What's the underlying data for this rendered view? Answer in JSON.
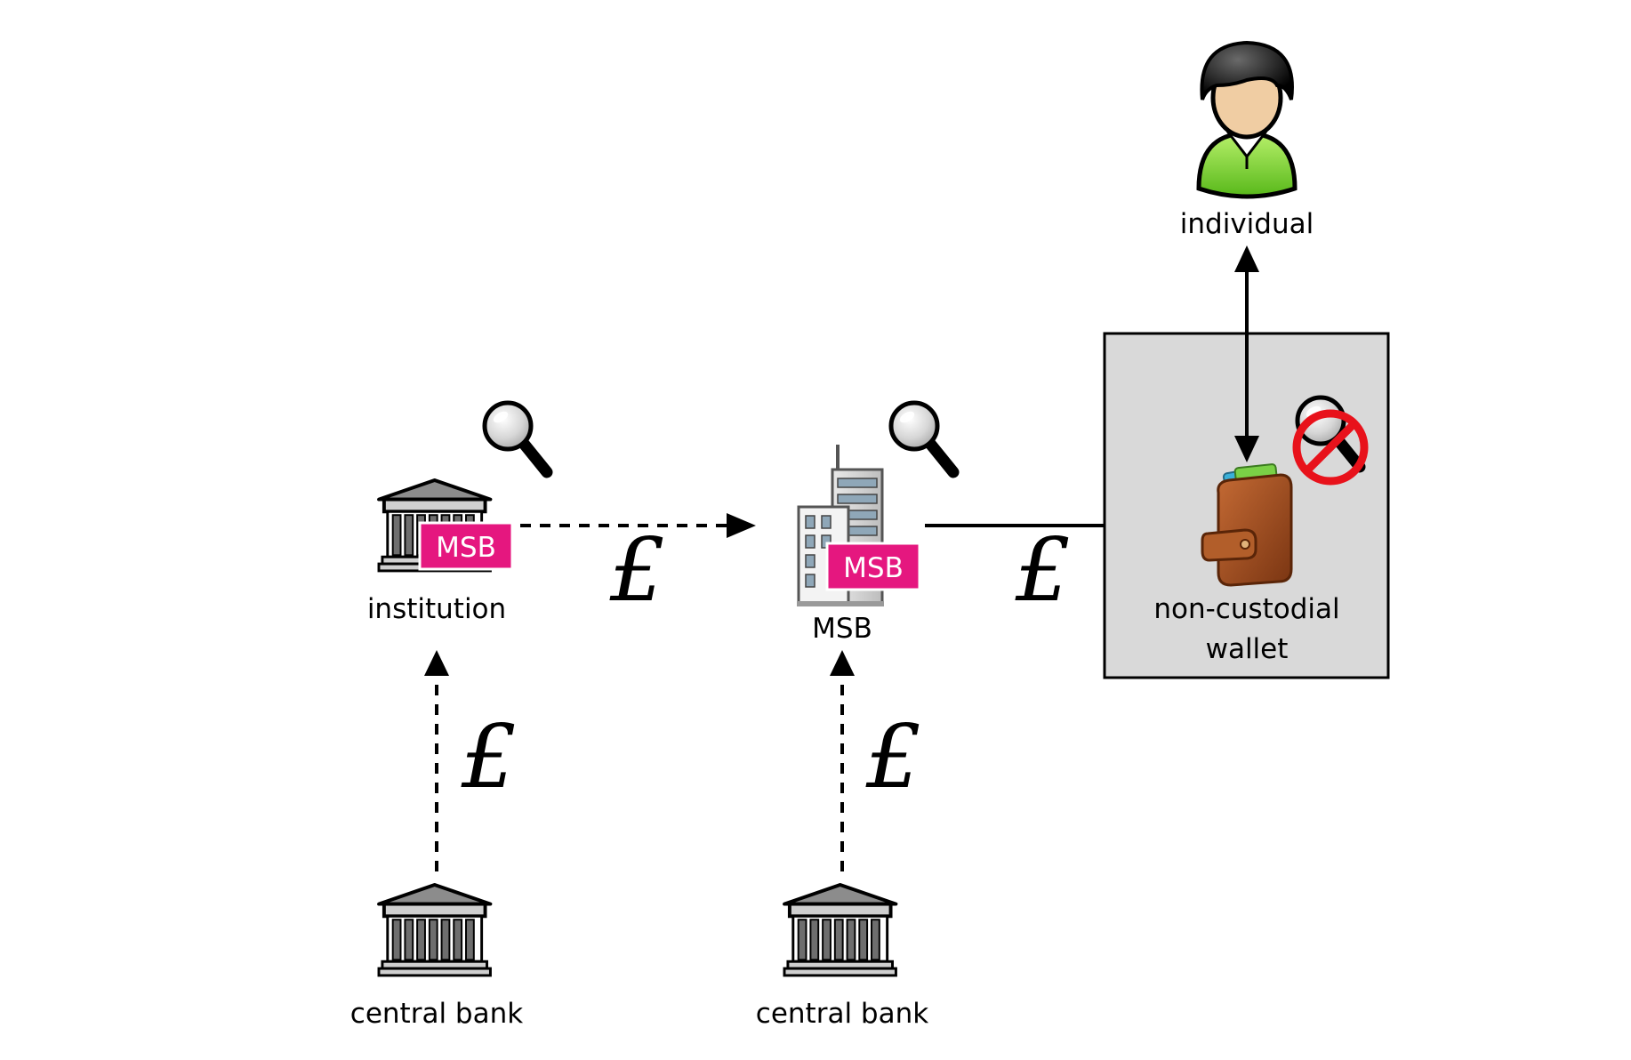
{
  "nodes": {
    "institution": {
      "label": "institution",
      "badge": "MSB"
    },
    "msb": {
      "label": "MSB",
      "badge": "MSB"
    },
    "central_bank_left": {
      "label": "central bank"
    },
    "central_bank_right": {
      "label": "central bank"
    },
    "individual": {
      "label": "individual"
    },
    "wallet": {
      "label_line1": "non-custodial",
      "label_line2": "wallet"
    }
  },
  "currency": {
    "symbol": "£"
  },
  "colors": {
    "badge": "#e5177f",
    "wallet_box": "#d9d9d9",
    "forbidden": "#e8121b",
    "person_shirt": "#88d63a",
    "wallet_leather": "#a0522d"
  },
  "icons": {
    "bank": "bank-icon",
    "office": "office-building-icon",
    "magnifier": "magnifier-icon",
    "no_surveillance": "no-surveillance-icon",
    "person": "person-icon",
    "wallet": "wallet-icon"
  }
}
